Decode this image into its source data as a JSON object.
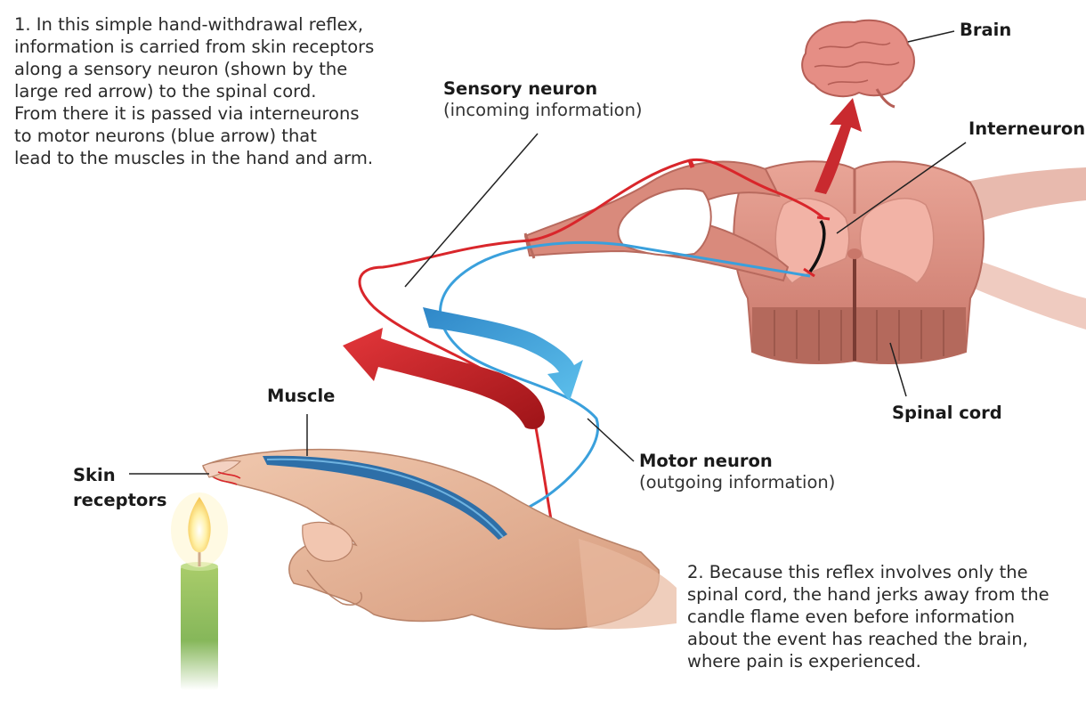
{
  "captions": {
    "step1": "1. In this simple hand-withdrawal reflex,\ninformation is carried from skin receptors\nalong a sensory neuron (shown by the\nlarge red arrow) to the spinal cord.\nFrom there it is passed via interneurons\nto motor neurons (blue arrow) that\nlead to the muscles in the hand and arm.",
    "step2": "2. Because this reflex involves only the\nspinal cord, the hand jerks away from the\ncandle flame even before information\nabout the event has reached the brain,\nwhere pain is experienced."
  },
  "labels": {
    "brain": "Brain",
    "sensory_neuron": "Sensory neuron",
    "sensory_neuron_sub": "(incoming information)",
    "interneuron": "Interneuron",
    "muscle": "Muscle",
    "skin_receptors_1": "Skin",
    "skin_receptors_2": "receptors",
    "motor_neuron": "Motor neuron",
    "motor_neuron_sub": "(outgoing information)",
    "spinal_cord": "Spinal cord"
  },
  "colors": {
    "sensory": "#d9262b",
    "motor": "#3aa0dc",
    "cord_outer": "#d98a7c",
    "cord_gray": "#e6a79b",
    "skin": "#e7b79a",
    "brain": "#e58e85"
  }
}
